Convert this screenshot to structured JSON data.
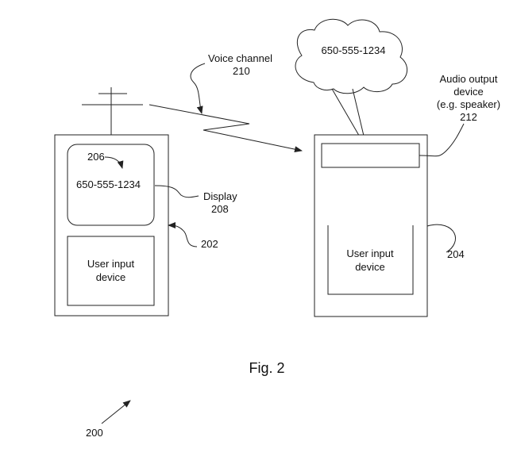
{
  "figure": {
    "caption": "Fig. 2",
    "ref_label": "200"
  },
  "voice_channel": {
    "label": "Voice channel",
    "ref": "210"
  },
  "left_device": {
    "ref": "202",
    "display_ref": "206",
    "display_number": "650-555-1234",
    "display_label": "Display",
    "display_label_ref": "208",
    "input_label_line1": "User input",
    "input_label_line2": "device"
  },
  "right_device": {
    "ref": "204",
    "cloud_number": "650-555-1234",
    "audio_label_line1": "Audio output",
    "audio_label_line2": "device",
    "audio_label_line3": "(e.g. speaker)",
    "audio_label_ref": "212",
    "input_label_line1": "User input",
    "input_label_line2": "device"
  }
}
